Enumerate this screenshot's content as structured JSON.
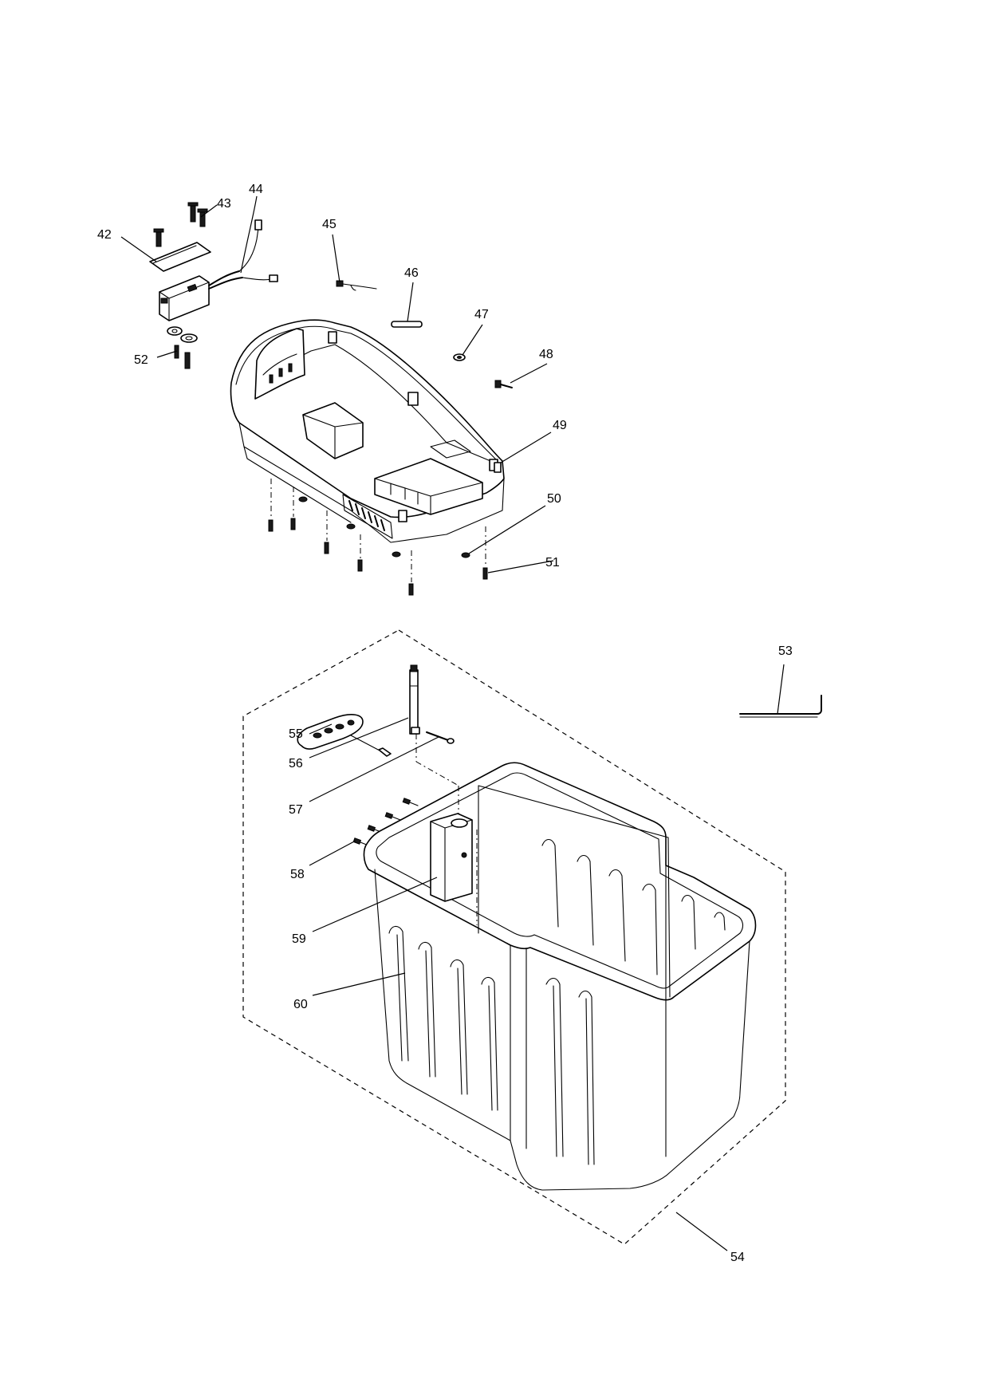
{
  "callouts": {
    "c42": "42",
    "c43": "43",
    "c44": "44",
    "c45": "45",
    "c46": "46",
    "c47": "47",
    "c48": "48",
    "c49": "49",
    "c50": "50",
    "c51": "51",
    "c52": "52",
    "c53": "53",
    "c54": "54",
    "c55": "55",
    "c56": "56",
    "c57": "57",
    "c58": "58",
    "c59": "59",
    "c60": "60"
  }
}
